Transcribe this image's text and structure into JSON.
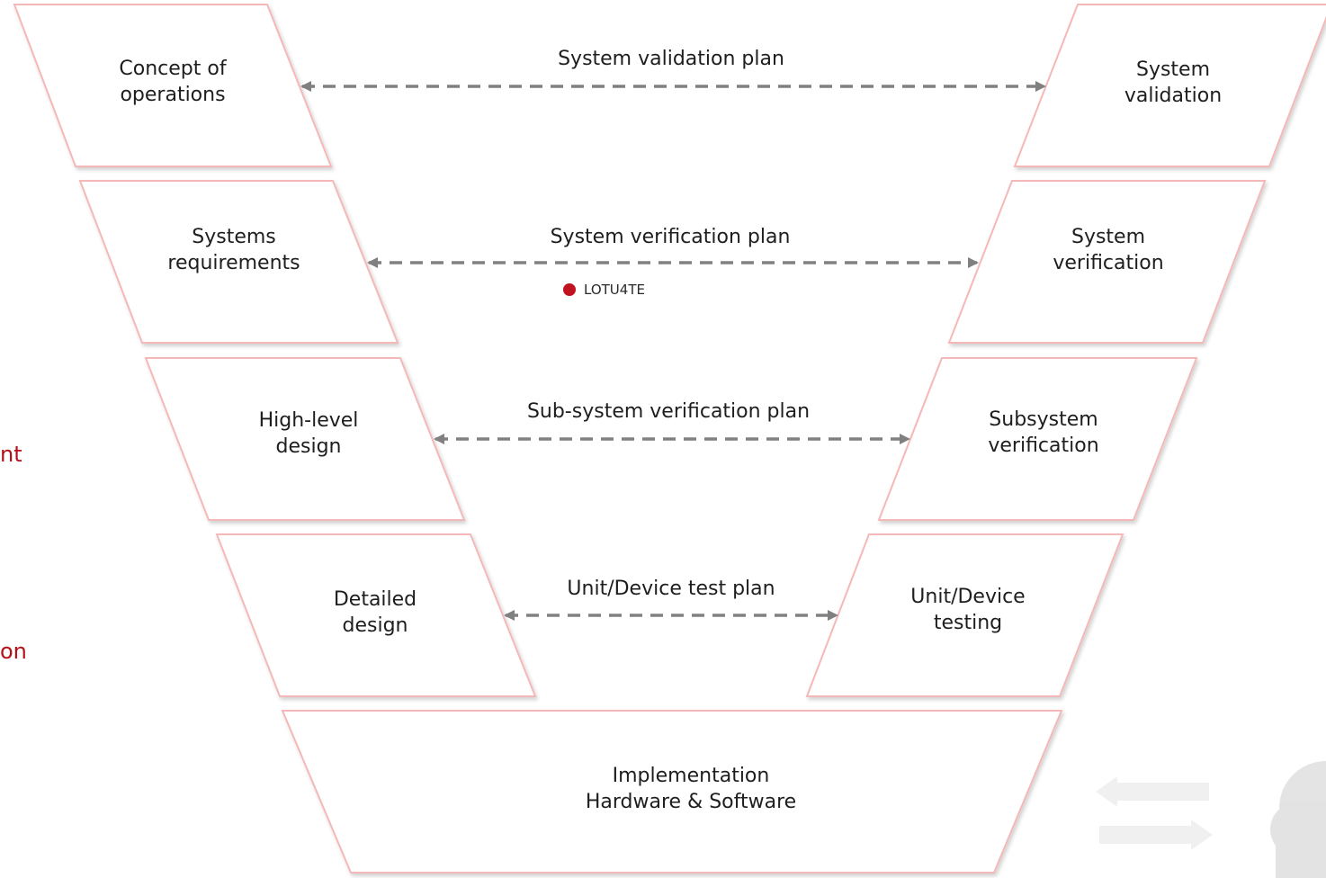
{
  "stages_left": [
    {
      "lines": [
        "Concept of",
        "operations"
      ]
    },
    {
      "lines": [
        "Systems",
        "requirements"
      ]
    },
    {
      "lines": [
        "High-level",
        "design"
      ]
    },
    {
      "lines": [
        "Detailed",
        "design"
      ]
    }
  ],
  "stages_right": [
    {
      "lines": [
        "System",
        "validation"
      ]
    },
    {
      "lines": [
        "System",
        "verification"
      ]
    },
    {
      "lines": [
        "Subsystem",
        "verification"
      ]
    },
    {
      "lines": [
        "Unit/Device",
        "testing"
      ]
    }
  ],
  "bottom_stage": {
    "lines": [
      "Implementation",
      "Hardware & Software"
    ]
  },
  "plans": [
    {
      "label": "System validation plan"
    },
    {
      "label": "System verification plan"
    },
    {
      "label": "Sub-system verification plan"
    },
    {
      "label": "Unit/Device test plan"
    }
  ],
  "legend": {
    "label": "LOTU4TE",
    "color": "#c1121f"
  },
  "side_fragments": [
    "nt",
    "on"
  ],
  "colors": {
    "box_border": "#f4b8b8",
    "arrow": "#808080",
    "side_text": "#b4101a"
  }
}
